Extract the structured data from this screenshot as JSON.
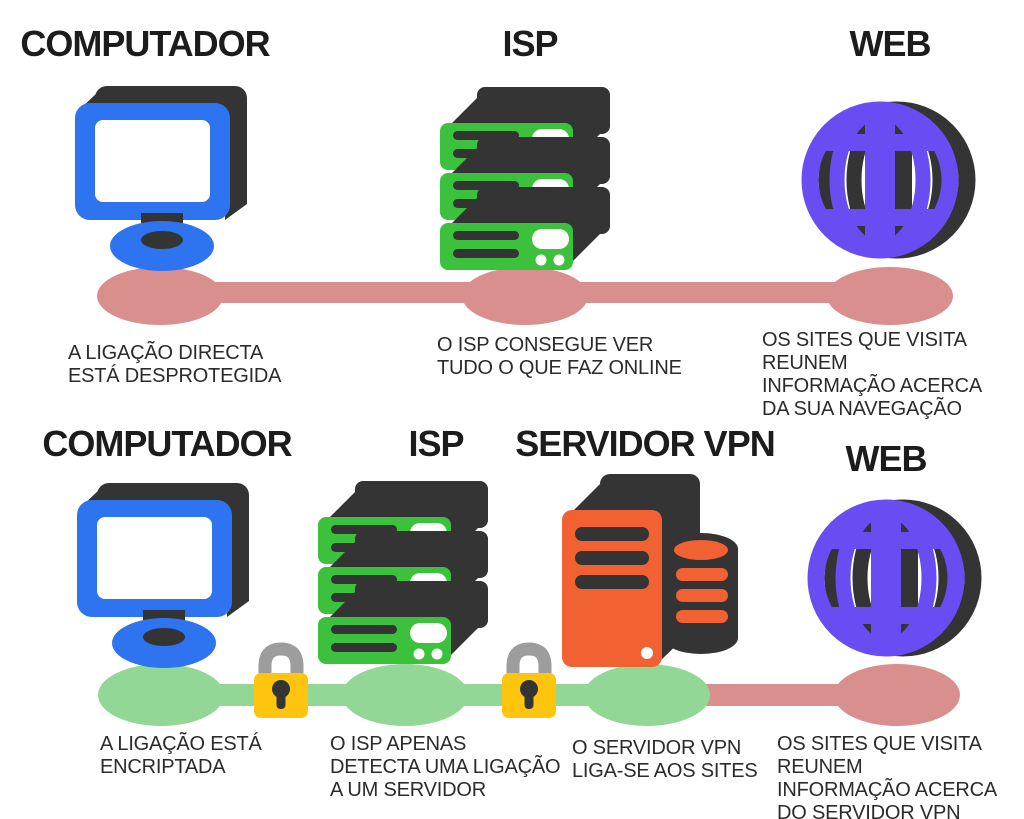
{
  "colors": {
    "background": "#ffffff",
    "dark": "#343434",
    "blue": "#2e74f0",
    "green": "#3cc13c",
    "light_green": "#92d795",
    "pink": "#d98f8d",
    "purple": "#6a4df2",
    "orange": "#f26132",
    "yellow": "#ffc40d",
    "gray": "#9d9d9d",
    "text": "#2b2b2b"
  },
  "rows": [
    {
      "name": "direct-connection",
      "connection_color": "pink",
      "nodes": [
        {
          "title": "COMPUTADOR",
          "icon": "computer-icon",
          "caption": "A LIGAÇÃO DIRECTA\nESTÁ DESPROTEGIDA"
        },
        {
          "title": "ISP",
          "icon": "isp-server-icon",
          "caption": "O ISP CONSEGUE VER\nTUDO O QUE FAZ ONLINE"
        },
        {
          "title": "WEB",
          "icon": "web-globe-icon",
          "caption": "OS SITES QUE VISITA REUNEM\nINFORMAÇÃO ACERCA\nDA SUA NAVEGAÇÃO"
        }
      ]
    },
    {
      "name": "vpn-connection",
      "connection_color_encrypted": "light_green",
      "connection_color_unencrypted": "pink",
      "locks": 2,
      "nodes": [
        {
          "title": "COMPUTADOR",
          "icon": "computer-icon",
          "caption": "A LIGAÇÃO ESTÁ\nENCRIPTADA"
        },
        {
          "title": "ISP",
          "icon": "isp-server-icon",
          "caption": "O ISP APENAS\nDETECTA UMA LIGAÇÃO\nA UM SERVIDOR"
        },
        {
          "title": "SERVIDOR VPN",
          "icon": "vpn-server-icon",
          "caption": "O SERVIDOR VPN\nLIGA-SE AOS SITES"
        },
        {
          "title": "WEB",
          "icon": "web-globe-icon",
          "caption": "OS SITES QUE VISITA REUNEM\nINFORMAÇÃO ACERCA\nDO SERVIDOR VPN"
        }
      ]
    }
  ]
}
